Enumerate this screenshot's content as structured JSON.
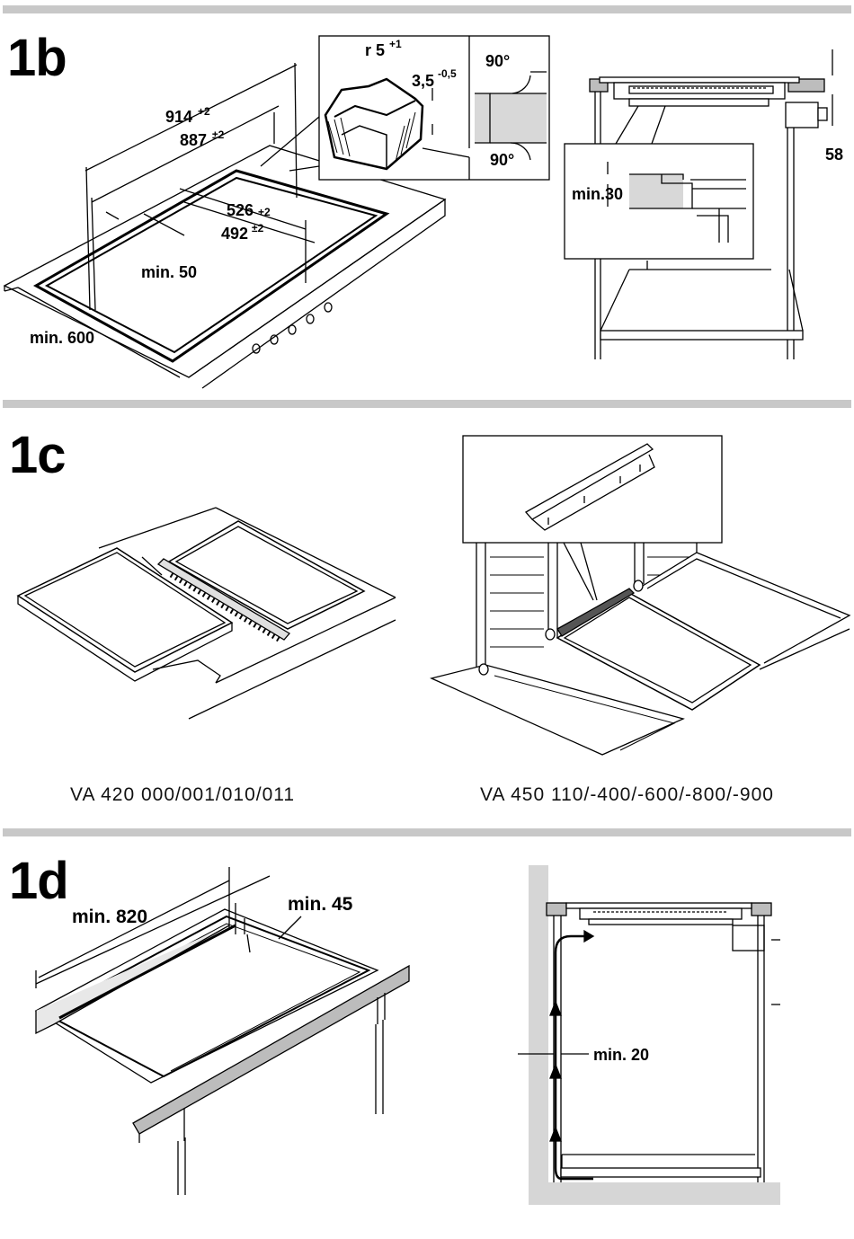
{
  "sections": {
    "1b": {
      "title": "1b",
      "dims": {
        "d914": "914",
        "d914_tol": "+2",
        "d887": "887",
        "d887_tol": "±2",
        "d526": "526",
        "d526_tol": "+2",
        "d492": "492",
        "d492_tol": "±2",
        "min50": "min. 50",
        "min600": "min. 600",
        "radius": "r 5",
        "radius_tol": "+1",
        "thickness": "3,5",
        "thickness_tol": "-0,5",
        "angle_top": "90°",
        "angle_bottom": "90°",
        "min30": "min.30",
        "d58": "58"
      }
    },
    "1c": {
      "title": "1c",
      "model_left": "VA 420 000/001/010/011",
      "model_right": "VA 450 110/-400/-600/-800/-900"
    },
    "1d": {
      "title": "1d",
      "dims": {
        "min820": "min. 820",
        "min45": "min. 45",
        "min20": "min. 20"
      }
    }
  }
}
